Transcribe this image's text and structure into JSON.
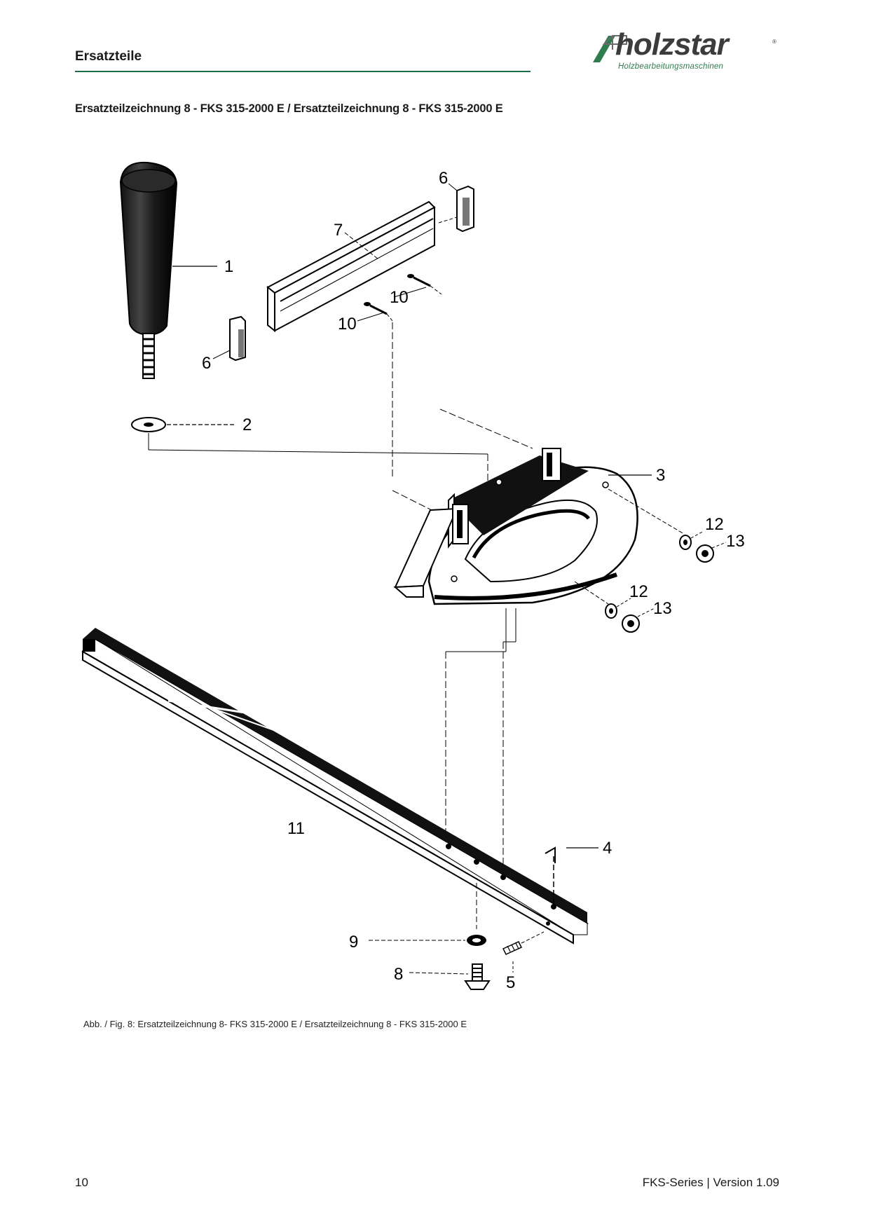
{
  "header": {
    "title": "Ersatzteile",
    "logo": {
      "brand": "holzstar",
      "tagline": "Holzbearbeitungsmaschinen",
      "registered_mark": "®",
      "color_dark": "#3c3c3c",
      "color_green": "#2e7d4f"
    },
    "rule_color": "#1e6b4a"
  },
  "section": {
    "heading": "Ersatzteilzeichnung 8 - FKS 315-2000 E / Ersatzteilzeichnung 8 - FKS 315-2000 E"
  },
  "drawing": {
    "part_labels": {
      "p1": "1",
      "p2": "2",
      "p3": "3",
      "p4": "4",
      "p5": "5",
      "p6a": "6",
      "p6b": "6",
      "p7": "7",
      "p8": "8",
      "p9": "9",
      "p10a": "10",
      "p10b": "10",
      "p11": "11",
      "p12a": "12",
      "p12b": "12",
      "p13a": "13",
      "p13b": "13"
    }
  },
  "caption": "Abb. / Fig. 8: Ersatzteilzeichnung 8- FKS 315-2000 E / Ersatzteilzeichnung 8 - FKS 315-2000 E",
  "footer": {
    "page_number": "10",
    "version": "FKS-Series | Version 1.09"
  }
}
